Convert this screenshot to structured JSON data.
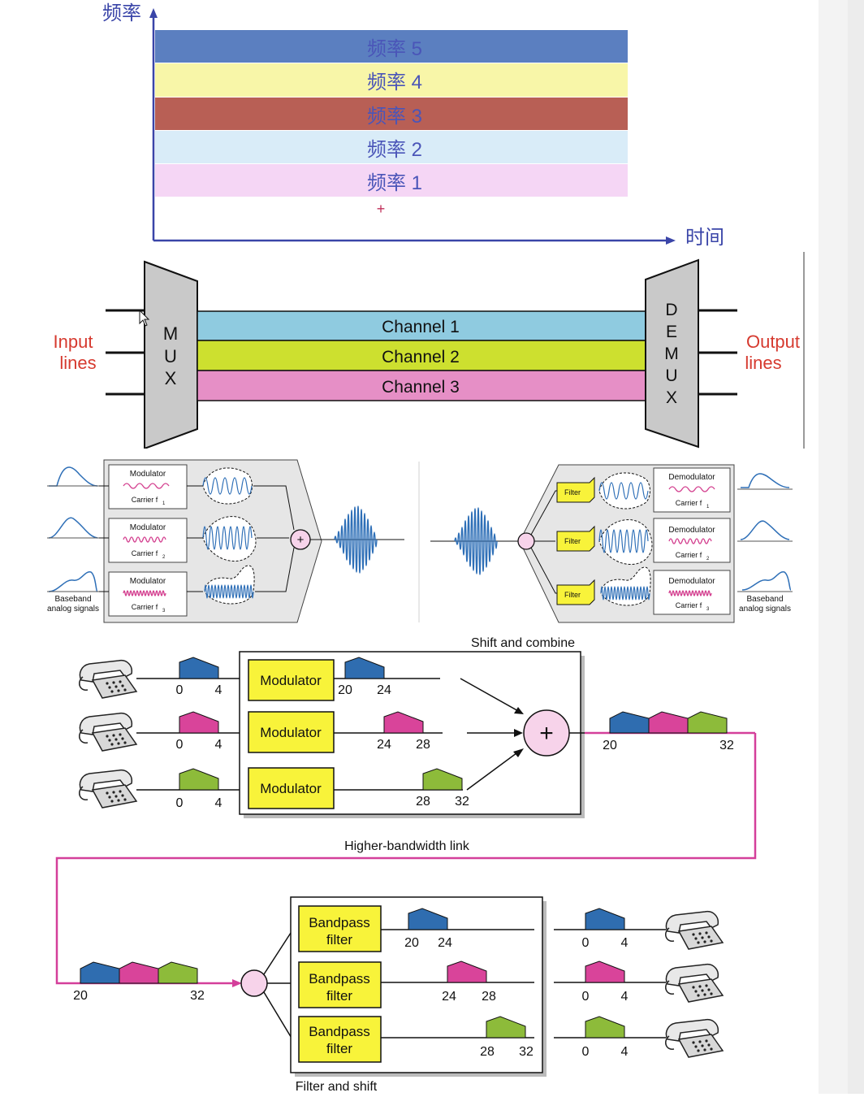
{
  "fdm_chart": {
    "y_axis_label": "频率",
    "x_axis_label": "时间",
    "bands": [
      {
        "label": "频率 5",
        "color": "#5b7fc0"
      },
      {
        "label": "频率 4",
        "color": "#f8f6a8"
      },
      {
        "label": "频率 3",
        "color": "#b85f55"
      },
      {
        "label": "频率 2",
        "color": "#d9ecf8"
      },
      {
        "label": "频率 1",
        "color": "#f5d6f5"
      }
    ],
    "label_color": "#4a55b8",
    "cursor_mark": "+"
  },
  "mux_diagram": {
    "input_label": [
      "Input",
      "lines"
    ],
    "output_label": [
      "Output",
      "lines"
    ],
    "mux_letters": [
      "M",
      "U",
      "X"
    ],
    "demux_letters": [
      "D",
      "E",
      "M",
      "U",
      "X"
    ],
    "channels": [
      {
        "label": "Channel 1",
        "color": "#8fcbe0"
      },
      {
        "label": "Channel 2",
        "color": "#cde02f"
      },
      {
        "label": "Channel 3",
        "color": "#e68fc6"
      }
    ],
    "label_color": "#d63a2f"
  },
  "modulation_diagram": {
    "modulators": [
      {
        "title": "Modulator",
        "carrier": "Carrier f",
        "sub": "1"
      },
      {
        "title": "Modulator",
        "carrier": "Carrier f",
        "sub": "2"
      },
      {
        "title": "Modulator",
        "carrier": "Carrier f",
        "sub": "3"
      }
    ],
    "demodulators": [
      {
        "title": "Demodulator",
        "carrier": "Carrier f",
        "sub": "1"
      },
      {
        "title": "Demodulator",
        "carrier": "Carrier f",
        "sub": "2"
      },
      {
        "title": "Demodulator",
        "carrier": "Carrier f",
        "sub": "3"
      }
    ],
    "filter_label": "Filter",
    "baseband_label": [
      "Baseband",
      "analog signals"
    ],
    "plus_sign": "+"
  },
  "fdm_telephone": {
    "shift_and_combine": "Shift and combine",
    "higher_bandwidth_link": "Higher-bandwidth link",
    "filter_and_shift": "Filter and shift",
    "modulator_label": "Modulator",
    "bandpass_label": [
      "Bandpass",
      "filter"
    ],
    "plus_sign": "+",
    "colors": {
      "blue": "#2f6db0",
      "pink": "#d9449a",
      "green": "#8dbb3a",
      "link": "#d43f9a",
      "box": "#f8f33a"
    },
    "input_ticks": [
      [
        "0",
        "4"
      ],
      [
        "0",
        "4"
      ],
      [
        "0",
        "4"
      ]
    ],
    "shifted_ticks": [
      [
        "20",
        "24"
      ],
      [
        "24",
        "28"
      ],
      [
        "28",
        "32"
      ]
    ],
    "combined_ticks": [
      "20",
      "32"
    ],
    "output_ticks": [
      [
        "0",
        "4"
      ],
      [
        "0",
        "4"
      ],
      [
        "0",
        "4"
      ]
    ]
  }
}
